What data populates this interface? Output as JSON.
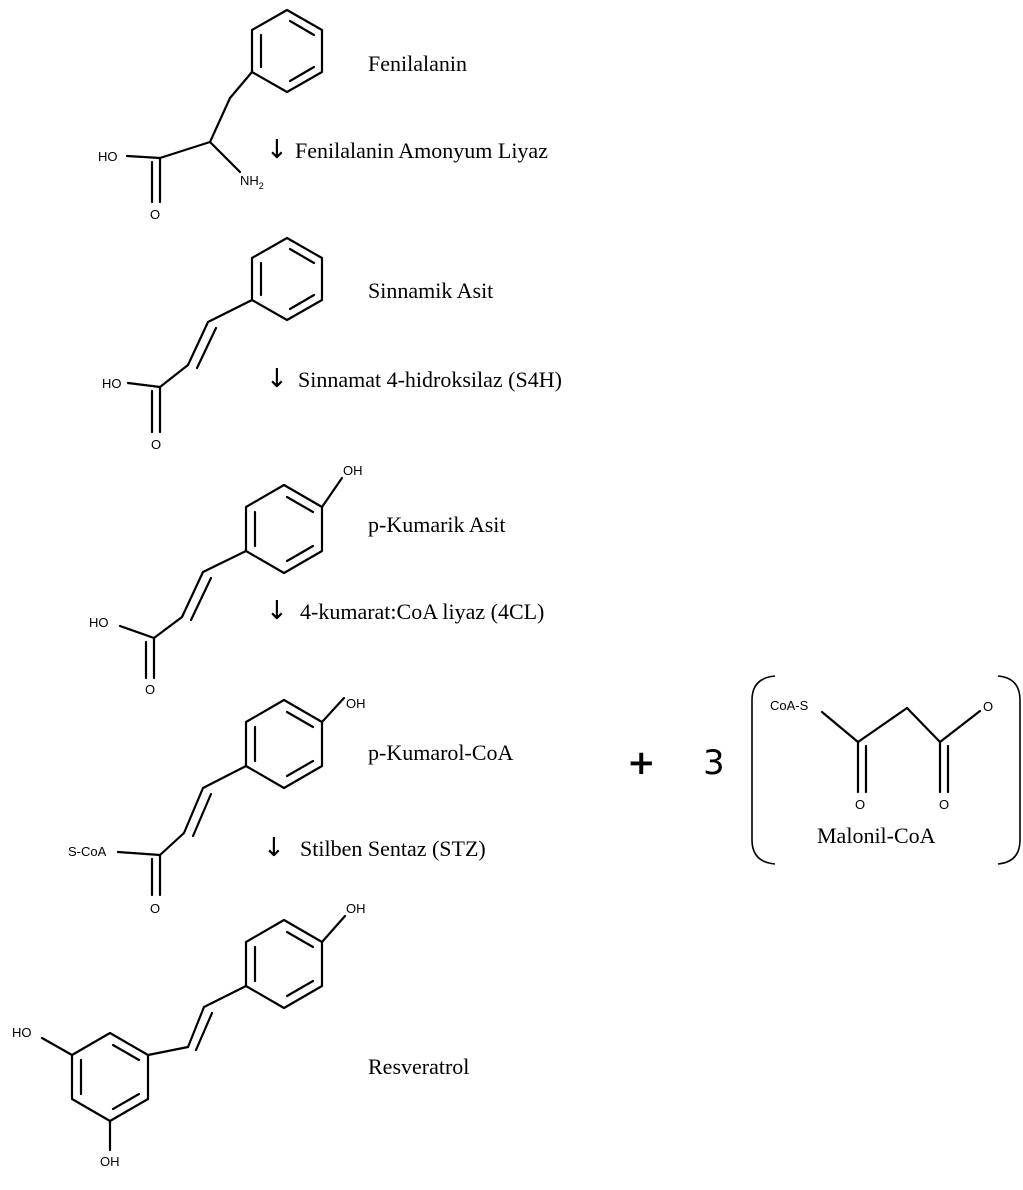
{
  "compounds": {
    "phenylalanine": {
      "name": "Fenilalanin",
      "ho": "HO",
      "o": "O",
      "nh": "NH",
      "nh_sub": "2"
    },
    "cinnamic": {
      "name": "Sinnamik Asit",
      "ho": "HO",
      "o": "O"
    },
    "coumaric": {
      "name": "p-Kumarik Asit",
      "oh": "OH",
      "ho": "HO",
      "o": "O"
    },
    "coumaroyl": {
      "name": "p-Kumarol-CoA",
      "oh": "OH",
      "scoa": "S-CoA",
      "o": "O"
    },
    "malonyl": {
      "name": "Malonil-CoA",
      "coas": "CoA-S",
      "o1": "O",
      "o2": "O",
      "o3": "O"
    },
    "resveratrol": {
      "name": "Resveratrol",
      "oh_top": "OH",
      "ho_left": "HO",
      "oh_bottom": "OH"
    }
  },
  "enzymes": {
    "pal": "Fenilalanin Amonyum Liyaz",
    "c4h": "Sinnamat 4-hidroksilaz (S4H)",
    "fourcl": "4-kumarat:CoA liyaz (4CL)",
    "sts": "Stilben Sentaz (STZ)"
  },
  "arrow_glyph": "↓",
  "plus_sign": "+",
  "coefficient": "3"
}
